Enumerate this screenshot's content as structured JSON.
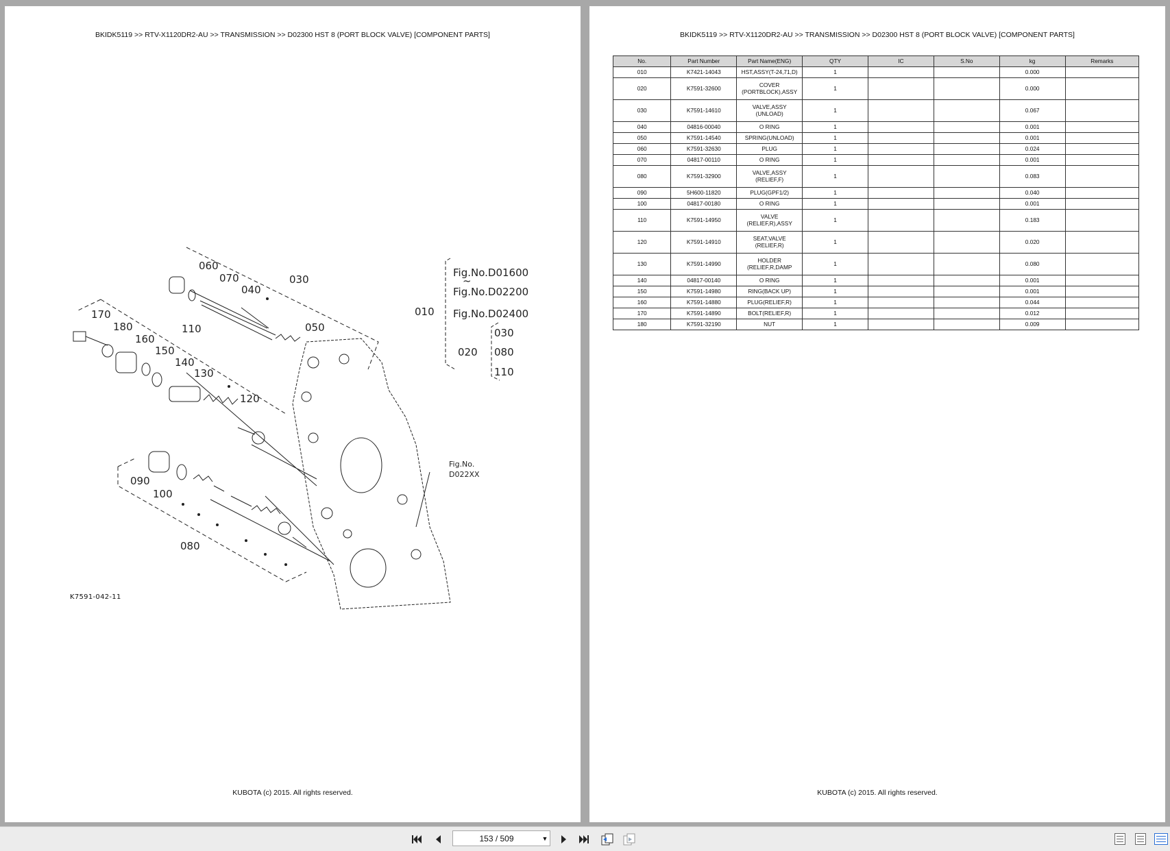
{
  "left_page": {
    "header": "BKIDK5119 >> RTV-X1120DR2-AU >> TRANSMISSION >> D02300   HST 8 (PORT BLOCK VALVE) [COMPONENT PARTS]",
    "figure_code": "K7591-042-11",
    "footer": "KUBOTA (c) 2015. All rights reserved.",
    "diagram_labels": {
      "l060": "060",
      "l070": "070",
      "l040": "040",
      "l030": "030",
      "l050": "050",
      "l170": "170",
      "l180": "180",
      "l160": "160",
      "l110": "110",
      "l150": "150",
      "l140": "140",
      "l130": "130",
      "l120": "120",
      "l090": "090",
      "l100": "100",
      "l080": "080",
      "l010": "010",
      "l020": "020",
      "r030": "030",
      "r080": "080",
      "r110": "110",
      "fig1": "Fig.No.D01600",
      "fig2": "Fig.No.D02200",
      "fig3": "Fig.No.D02400",
      "tilde": "~",
      "fig4a": "Fig.No.",
      "fig4b": "D022XX"
    }
  },
  "right_page": {
    "header": "BKIDK5119 >> RTV-X1120DR2-AU >> TRANSMISSION >> D02300   HST 8 (PORT BLOCK VALVE) [COMPONENT PARTS]",
    "footer": "KUBOTA (c) 2015. All rights reserved.",
    "table": {
      "columns": [
        "No.",
        "Part Number",
        "Part Name(ENG)",
        "QTY",
        "IC",
        "S.No",
        "kg",
        "Remarks"
      ],
      "rows": [
        {
          "no": "010",
          "part": "K7421-14043",
          "name": "HST,ASSY(T-24,71,D)",
          "qty": "1",
          "ic": "",
          "sno": "",
          "kg": "0.000",
          "remarks": ""
        },
        {
          "no": "020",
          "part": "K7591-32600",
          "name": "COVER (PORTBLOCK),ASSY",
          "qty": "1",
          "ic": "",
          "sno": "",
          "kg": "0.000",
          "remarks": ""
        },
        {
          "no": "030",
          "part": "K7591-14610",
          "name": "VALVE,ASSY (UNLOAD)",
          "qty": "1",
          "ic": "",
          "sno": "",
          "kg": "0.067",
          "remarks": ""
        },
        {
          "no": "040",
          "part": "04816-00040",
          "name": "O RING",
          "qty": "1",
          "ic": "",
          "sno": "",
          "kg": "0.001",
          "remarks": ""
        },
        {
          "no": "050",
          "part": "K7591-14540",
          "name": "SPRING(UNLOAD)",
          "qty": "1",
          "ic": "",
          "sno": "",
          "kg": "0.001",
          "remarks": ""
        },
        {
          "no": "060",
          "part": "K7591-32630",
          "name": "PLUG",
          "qty": "1",
          "ic": "",
          "sno": "",
          "kg": "0.024",
          "remarks": ""
        },
        {
          "no": "070",
          "part": "04817-00110",
          "name": "O RING",
          "qty": "1",
          "ic": "",
          "sno": "",
          "kg": "0.001",
          "remarks": ""
        },
        {
          "no": "080",
          "part": "K7591-32900",
          "name": "VALVE,ASSY (RELIEF,F)",
          "qty": "1",
          "ic": "",
          "sno": "",
          "kg": "0.083",
          "remarks": ""
        },
        {
          "no": "090",
          "part": "5H600-11820",
          "name": "PLUG(GPF1/2)",
          "qty": "1",
          "ic": "",
          "sno": "",
          "kg": "0.040",
          "remarks": ""
        },
        {
          "no": "100",
          "part": "04817-00180",
          "name": "O RING",
          "qty": "1",
          "ic": "",
          "sno": "",
          "kg": "0.001",
          "remarks": ""
        },
        {
          "no": "110",
          "part": "K7591-14950",
          "name": "VALVE (RELIEF,R),ASSY",
          "qty": "1",
          "ic": "",
          "sno": "",
          "kg": "0.183",
          "remarks": ""
        },
        {
          "no": "120",
          "part": "K7591-14910",
          "name": "SEAT,VALVE (RELIEF,R)",
          "qty": "1",
          "ic": "",
          "sno": "",
          "kg": "0.020",
          "remarks": ""
        },
        {
          "no": "130",
          "part": "K7591-14990",
          "name": "HOLDER (RELIEF,R,DAMP",
          "qty": "1",
          "ic": "",
          "sno": "",
          "kg": "0.080",
          "remarks": ""
        },
        {
          "no": "140",
          "part": "04817-00140",
          "name": "O RING",
          "qty": "1",
          "ic": "",
          "sno": "",
          "kg": "0.001",
          "remarks": ""
        },
        {
          "no": "150",
          "part": "K7591-14980",
          "name": "RING(BACK UP)",
          "qty": "1",
          "ic": "",
          "sno": "",
          "kg": "0.001",
          "remarks": ""
        },
        {
          "no": "160",
          "part": "K7591-14880",
          "name": "PLUG(RELIEF,R)",
          "qty": "1",
          "ic": "",
          "sno": "",
          "kg": "0.044",
          "remarks": ""
        },
        {
          "no": "170",
          "part": "K7591-14890",
          "name": "BOLT(RELIEF,R)",
          "qty": "1",
          "ic": "",
          "sno": "",
          "kg": "0.012",
          "remarks": ""
        },
        {
          "no": "180",
          "part": "K7591-32190",
          "name": "NUT",
          "qty": "1",
          "ic": "",
          "sno": "",
          "kg": "0.009",
          "remarks": ""
        }
      ]
    }
  },
  "toolbar": {
    "page_indicator": "153 / 509",
    "first_icon": "first-page-icon",
    "prev_icon": "previous-page-icon",
    "next_icon": "next-page-icon",
    "last_icon": "last-page-icon",
    "back_view_icon": "previous-view-icon",
    "forward_view_icon": "next-view-icon",
    "single_page_icon": "single-page-view-icon",
    "continuous_icon": "continuous-view-icon",
    "facing_icon": "facing-pages-view-icon"
  }
}
